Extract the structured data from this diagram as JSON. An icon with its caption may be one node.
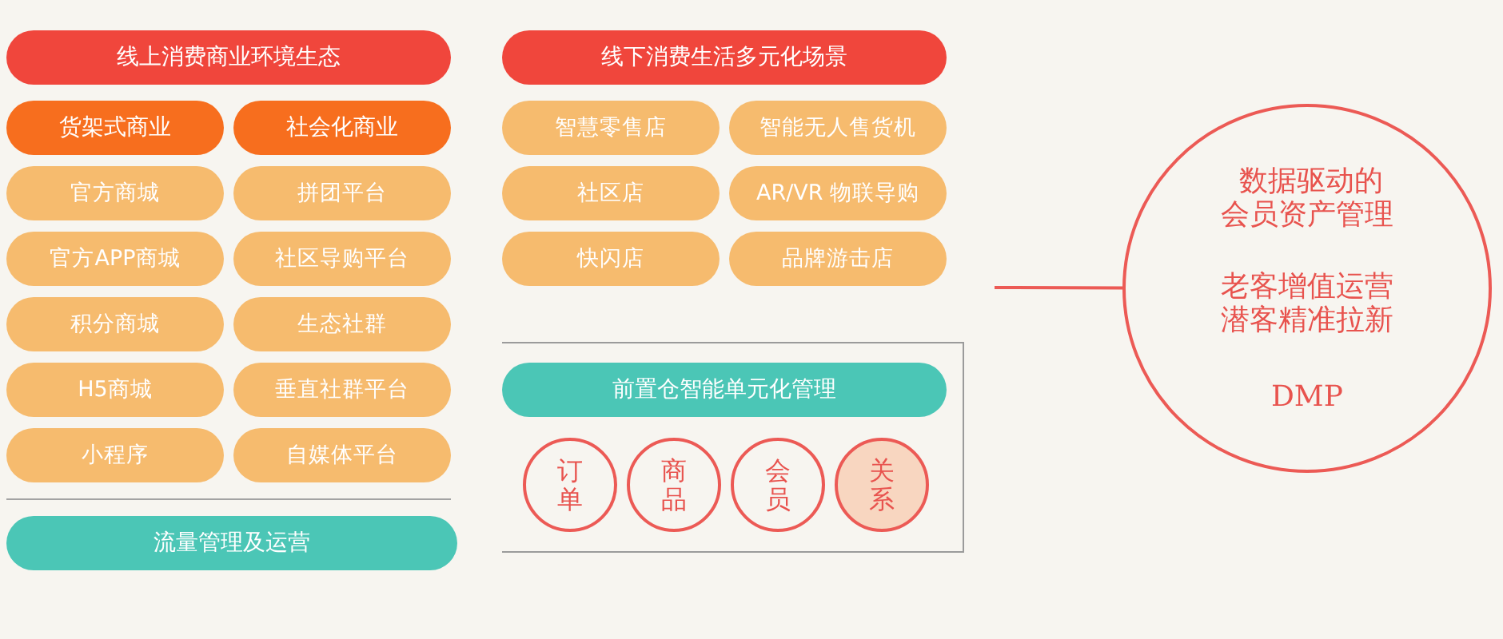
{
  "diagram": {
    "nodes": [
      {
        "text": [
          "线上消费商业环境生态"
        ]
      },
      {
        "text": [
          "货架式商业"
        ]
      },
      {
        "text": [
          "社会化商业"
        ]
      },
      {
        "text": [
          "官方商城"
        ]
      },
      {
        "text": [
          "拼团平台"
        ]
      },
      {
        "text": [
          "官方APP商城"
        ]
      },
      {
        "text": [
          "社区导购平台"
        ]
      },
      {
        "text": [
          "积分商城"
        ]
      },
      {
        "text": [
          "生态社群"
        ]
      },
      {
        "text": [
          "H5商城"
        ]
      },
      {
        "text": [
          "垂直社群平台"
        ]
      },
      {
        "text": [
          "小程序"
        ]
      },
      {
        "text": [
          "自媒体平台"
        ]
      },
      {
        "text": [
          "流量管理及运营"
        ]
      },
      {
        "text": [
          "线下消费生活多元化场景"
        ]
      },
      {
        "text": [
          "智慧零售店"
        ]
      },
      {
        "text": [
          "智能无人售货机"
        ]
      },
      {
        "text": [
          "社区店"
        ]
      },
      {
        "text": [
          "AR/VR 物联导购"
        ]
      },
      {
        "text": [
          "快闪店"
        ]
      },
      {
        "text": [
          "品牌游击店"
        ]
      },
      {
        "text": [],
        "shape": "box"
      },
      {
        "text": [
          "前置仓智能单元化管理"
        ],
        "in": 21
      },
      {
        "text": [
          "订单"
        ],
        "in": 21
      },
      {
        "text": [
          "商品"
        ],
        "in": 21
      },
      {
        "text": [
          "会员"
        ],
        "in": 21
      },
      {
        "text": [
          "关系"
        ],
        "in": 21
      },
      {
        "text": [
          "数据驱动的会员资产管理",
          "老客增值运营潜客精准拉新",
          "DMP"
        ]
      }
    ],
    "edges": [
      {
        "from": null,
        "to": 27,
        "arrow": "none"
      }
    ]
  }
}
